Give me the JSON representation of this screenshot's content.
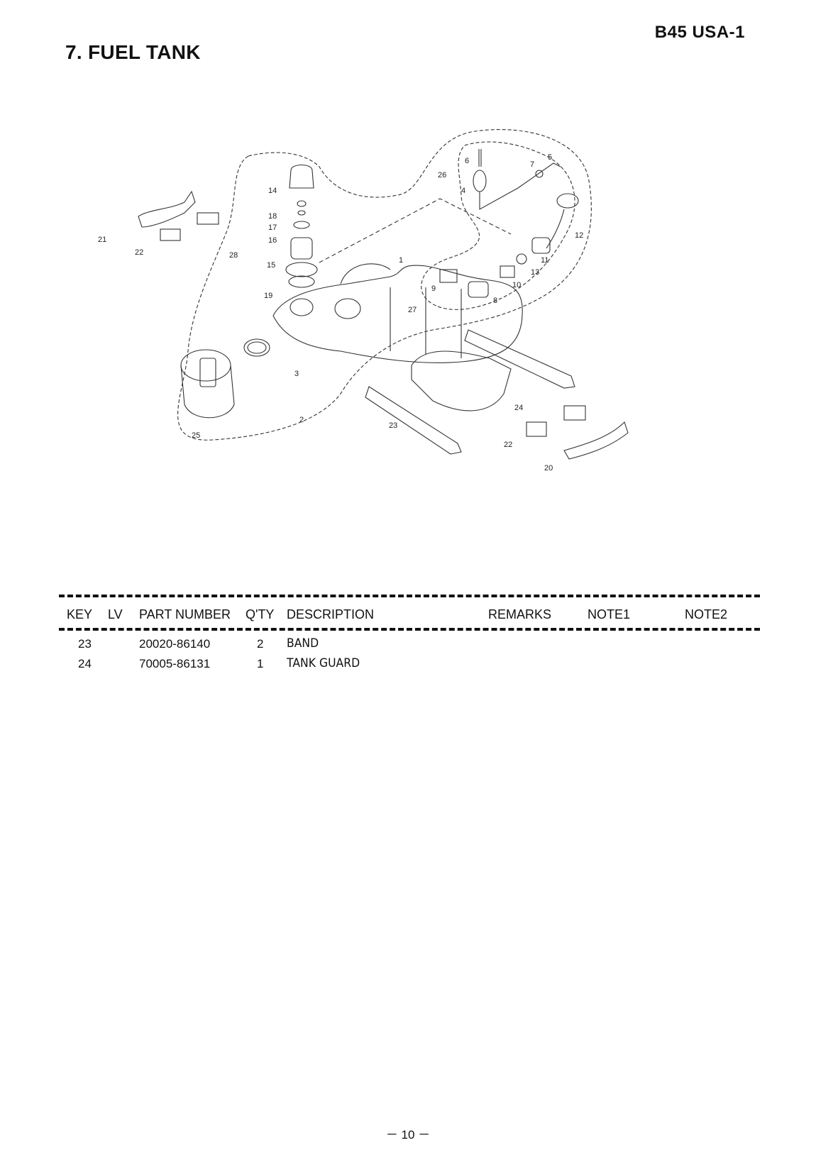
{
  "header": {
    "model": "B45 USA-1",
    "title": "7. FUEL TANK"
  },
  "diagram": {
    "labels": [
      "1",
      "2",
      "3",
      "4",
      "5",
      "6",
      "7",
      "8",
      "9",
      "10",
      "11",
      "12",
      "13",
      "14",
      "15",
      "16",
      "17",
      "18",
      "19",
      "20",
      "21",
      "22",
      "22",
      "23",
      "24",
      "25",
      "26",
      "27",
      "28"
    ]
  },
  "table": {
    "columns": [
      "KEY",
      "LV",
      "PART NUMBER",
      "Q'TY",
      "DESCRIPTION",
      "REMARKS",
      "NOTE1",
      "NOTE2"
    ],
    "rows": [
      {
        "key": "23",
        "lv": "",
        "part_number": "20020-86140",
        "qty": "2",
        "description": "BAND"
      },
      {
        "key": "24",
        "lv": "",
        "part_number": "70005-86131",
        "qty": "1",
        "description": "TANK GUARD"
      }
    ]
  },
  "footer": {
    "page": "－ 10 －"
  }
}
